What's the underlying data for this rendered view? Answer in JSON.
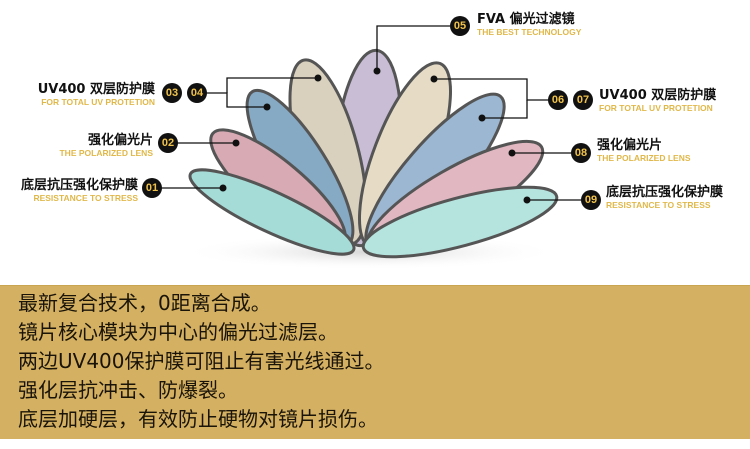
{
  "labels": {
    "l01": {
      "badges": [
        "01"
      ],
      "cn": "底层抗压强化保护膜",
      "en": "RESISTANCE TO STRESS"
    },
    "l02": {
      "badges": [
        "02"
      ],
      "cn": "强化偏光片",
      "en": "THE POLARIZED LENS"
    },
    "l0304": {
      "badges": [
        "03",
        "04"
      ],
      "cn": "UV400 双层防护膜",
      "en": "FOR TOTAL UV PROTETION"
    },
    "l05": {
      "badges": [
        "05"
      ],
      "cn": "FVA 偏光过滤镜",
      "en": "THE BEST TECHNOLOGY"
    },
    "l0607": {
      "badges": [
        "06",
        "07"
      ],
      "cn": "UV400 双层防护膜",
      "en": "FOR TOTAL UV PROTETION"
    },
    "l08": {
      "badges": [
        "08"
      ],
      "cn": "强化偏光片",
      "en": "THE POLARIZED LENS"
    },
    "l09": {
      "badges": [
        "09"
      ],
      "cn": "底层抗压强化保护膜",
      "en": "RESISTANCE TO STRESS"
    }
  },
  "description": [
    "最新复合技术，0距离合成。",
    "镜片核心模块为中心的偏光过滤层。",
    "两边UV400保护膜可阻止有害光线通过。",
    "强化层抗冲击、防爆裂。",
    "底层加硬层，有效防止硬物对镜片损伤。"
  ],
  "colors": {
    "band": "#d4b062",
    "badge_text": "#f0c24a",
    "english_text": "#e0b84a"
  }
}
